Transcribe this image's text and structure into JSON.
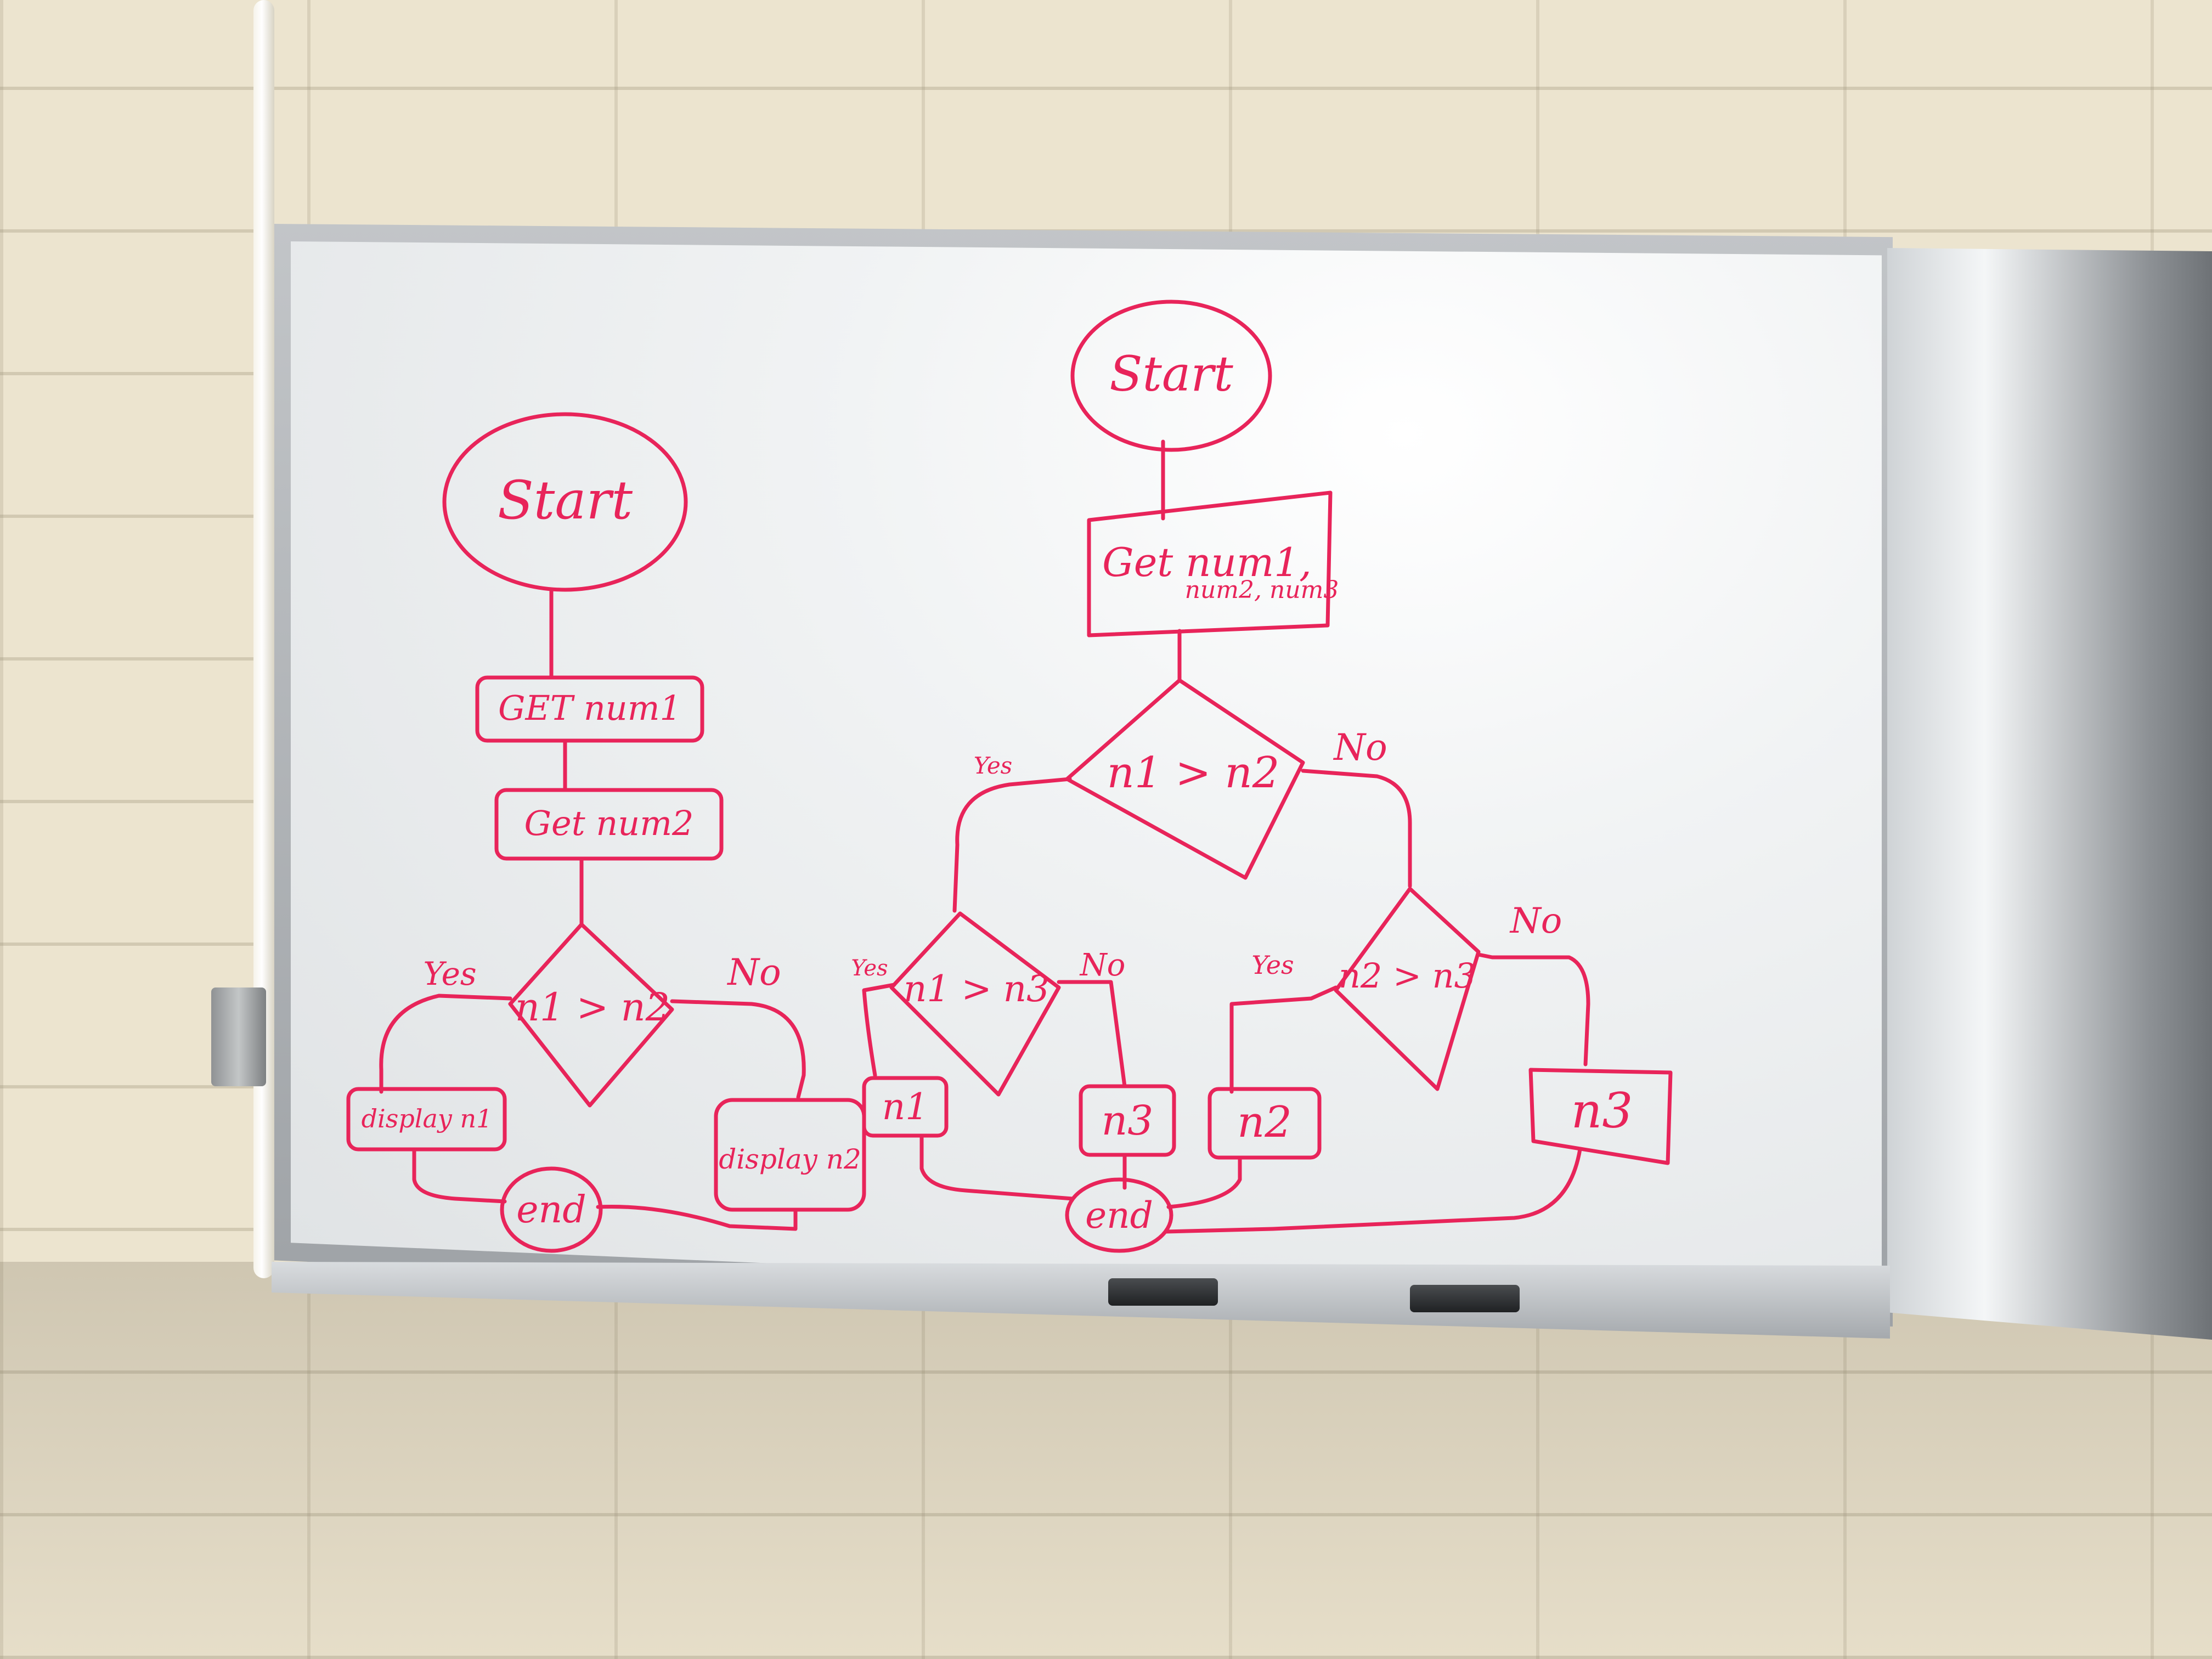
{
  "flowchart_left": {
    "start": "Start",
    "input1": "GET num1",
    "input2": "Get num2",
    "decision": "n1 > n2",
    "yes": "Yes",
    "no": "No",
    "out_yes": "display n1",
    "out_no": "display n2",
    "end": "end"
  },
  "flowchart_right": {
    "start": "Start",
    "input_line1": "Get num1,",
    "input_line2": "num2, num3",
    "decision_main": "n1 > n2",
    "main_yes": "Yes",
    "main_no": "No",
    "decision_left": "n1 > n3",
    "left_yes": "Yes",
    "left_no": "No",
    "decision_right": "n2 > n3",
    "right_yes": "Yes",
    "right_no": "No",
    "out_n1": "n1",
    "out_n3_left": "n3",
    "out_n2": "n2",
    "out_n3_right": "n3",
    "end": "end"
  },
  "ink_color": "#e8245a"
}
